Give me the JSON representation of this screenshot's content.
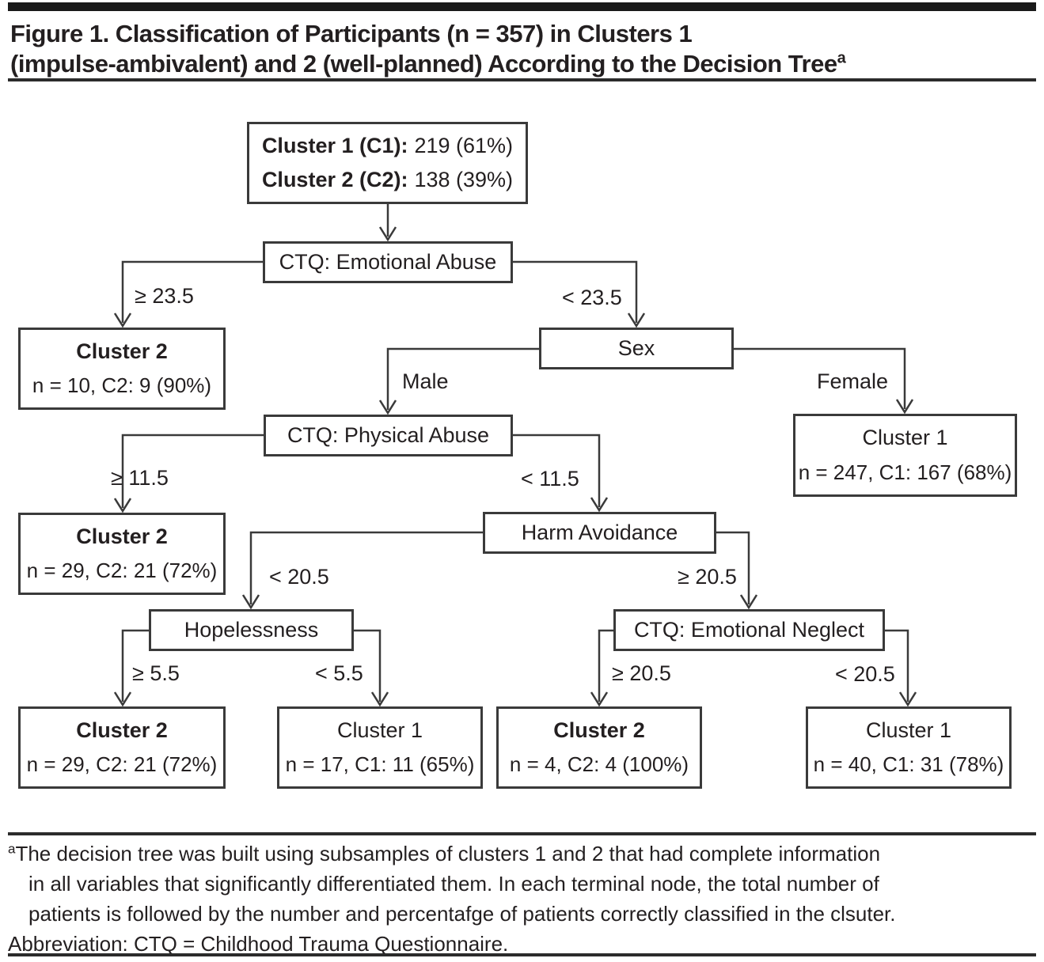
{
  "page": {
    "background": "#ffffff",
    "line_color": "#3a3a3a",
    "text_color": "#231f20"
  },
  "title": {
    "line1": "Figure 1. Classification of Participants (n = 357) in Clusters 1",
    "line2": "(impulse-ambivalent) and 2 (well-planned) According to the Decision Tree",
    "superscript": "a"
  },
  "tree": {
    "root": {
      "row1_label": "Cluster 1 (C1):",
      "row1_value": "219 (61%)",
      "row2_label": "Cluster 2 (C2):",
      "row2_value": "138 (39%)"
    },
    "nodes": {
      "emotional_abuse": "CTQ: Emotional Abuse",
      "sex": "Sex",
      "physical_abuse": "CTQ: Physical Abuse",
      "harm_avoidance": "Harm Avoidance",
      "hopelessness": "Hopelessness",
      "emotional_neglect": "CTQ: Emotional Neglect"
    },
    "leaves": {
      "ea_cluster2": {
        "title": "Cluster 2",
        "stats": "n = 10, C2: 9 (90%)"
      },
      "female_cluster1": {
        "title": "Cluster 1",
        "stats": "n = 247, C1: 167 (68%)"
      },
      "pa_cluster2": {
        "title": "Cluster 2",
        "stats": "n = 29, C2: 21 (72%)"
      },
      "hope_cluster2": {
        "title": "Cluster 2",
        "stats": "n = 29, C2: 21 (72%)"
      },
      "hope_cluster1": {
        "title": "Cluster 1",
        "stats": "n = 17, C1: 11 (65%)"
      },
      "en_cluster2": {
        "title": "Cluster 2",
        "stats": "n = 4, C2: 4 (100%)"
      },
      "en_cluster1": {
        "title": "Cluster 1",
        "stats": "n = 40, C1: 31 (78%)"
      }
    },
    "branches": {
      "ea_left": "≥ 23.5",
      "ea_right": "< 23.5",
      "sex_left": "Male",
      "sex_right": "Female",
      "pa_left": "≥ 11.5",
      "pa_right": "< 11.5",
      "ha_left": "< 20.5",
      "ha_right": "≥ 20.5",
      "hope_left": "≥ 5.5",
      "hope_right": "< 5.5",
      "en_left": "≥ 20.5",
      "en_right": "< 20.5"
    }
  },
  "footnote": {
    "marker": "a",
    "lines": [
      "The decision tree was built using subsamples of clusters 1 and 2 that had complete information",
      "in all variables that significantly differentiated them. In each terminal node, the total number of",
      "patients is followed by the number and percentafge of patients correctly classified in the clsuter."
    ],
    "abbreviation": "Abbreviation: CTQ = Childhood Trauma Questionnaire."
  }
}
